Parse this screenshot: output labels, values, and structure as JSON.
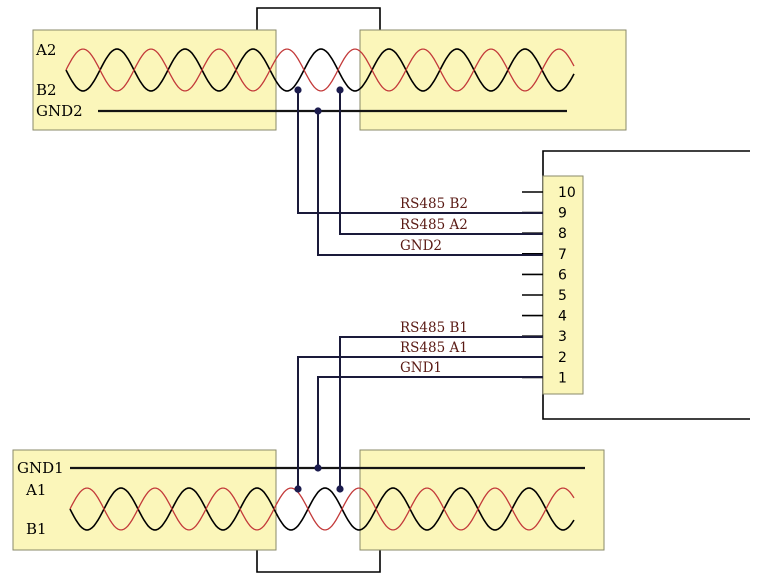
{
  "top_cable": {
    "labels": {
      "a": "A2",
      "b": "B2",
      "gnd": "GND2"
    }
  },
  "bottom_cable": {
    "labels": {
      "gnd": "GND1",
      "a": "A1",
      "b": "B1"
    }
  },
  "connector": {
    "pins": [
      "10",
      "9",
      "8",
      "7",
      "6",
      "5",
      "4",
      "3",
      "2",
      "1"
    ]
  },
  "signals": {
    "b2": "RS485  B2",
    "a2": "RS485  A2",
    "gnd2": "GND2",
    "b1": "RS485  B1",
    "a1": "RS485  A1",
    "gnd1": "GND1"
  },
  "colors": {
    "cable_fill": "#fbf6ba",
    "wire_black": "#000000",
    "wire_red": "#c33a3a",
    "label_text": "#5a1a14"
  }
}
